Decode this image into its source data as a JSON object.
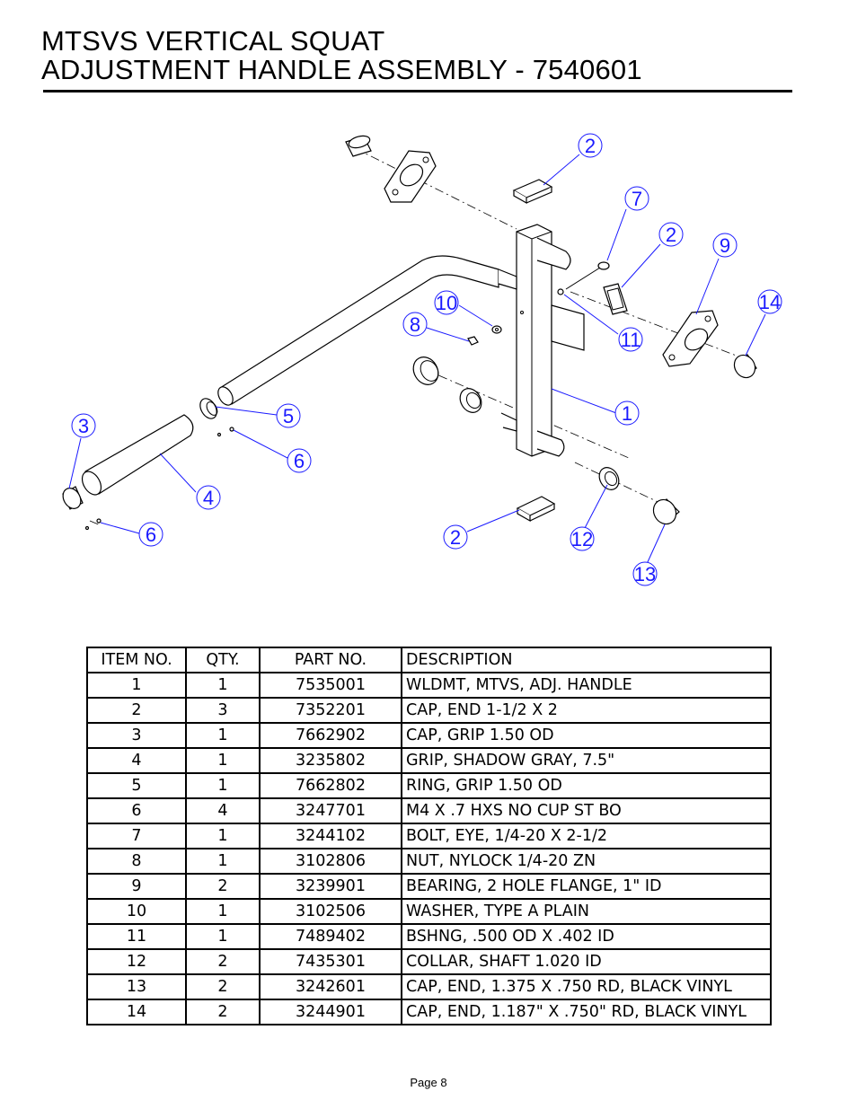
{
  "header": {
    "title_line1": "MTSVS VERTICAL SQUAT",
    "title_line2": "ADJUSTMENT HANDLE ASSEMBLY - 7540601"
  },
  "callouts": [
    "2",
    "7",
    "2",
    "9",
    "14",
    "10",
    "8",
    "11",
    "1",
    "3",
    "5",
    "6",
    "4",
    "6",
    "2",
    "12",
    "13"
  ],
  "bom": {
    "headers": [
      "ITEM NO.",
      "QTY.",
      "PART NO.",
      "DESCRIPTION"
    ],
    "rows": [
      [
        "1",
        "1",
        "7535001",
        "WLDMT, MTVS, ADJ. HANDLE"
      ],
      [
        "2",
        "3",
        "7352201",
        "CAP, END 1-1/2 X 2"
      ],
      [
        "3",
        "1",
        "7662902",
        "CAP, GRIP 1.50 OD"
      ],
      [
        "4",
        "1",
        "3235802",
        "GRIP, SHADOW GRAY, 7.5\""
      ],
      [
        "5",
        "1",
        "7662802",
        "RING, GRIP 1.50 OD"
      ],
      [
        "6",
        "4",
        "3247701",
        "M4 X .7 HXS NO CUP ST BO"
      ],
      [
        "7",
        "1",
        "3244102",
        "BOLT, EYE, 1/4-20 X 2-1/2"
      ],
      [
        "8",
        "1",
        "3102806",
        "NUT, NYLOCK 1/4-20 ZN"
      ],
      [
        "9",
        "2",
        "3239901",
        "BEARING, 2 HOLE FLANGE, 1\" ID"
      ],
      [
        "10",
        "1",
        "3102506",
        "WASHER, TYPE A PLAIN"
      ],
      [
        "11",
        "1",
        "7489402",
        "BSHNG, .500 OD X .402 ID"
      ],
      [
        "12",
        "2",
        "7435301",
        "COLLAR, SHAFT 1.020 ID"
      ],
      [
        "13",
        "2",
        "3242601",
        "CAP, END, 1.375 X .750 RD, BLACK VINYL"
      ],
      [
        "14",
        "2",
        "3244901",
        "CAP, END, 1.187\" X .750\" RD, BLACK VINYL"
      ]
    ]
  },
  "footer": {
    "page": "Page 8"
  }
}
